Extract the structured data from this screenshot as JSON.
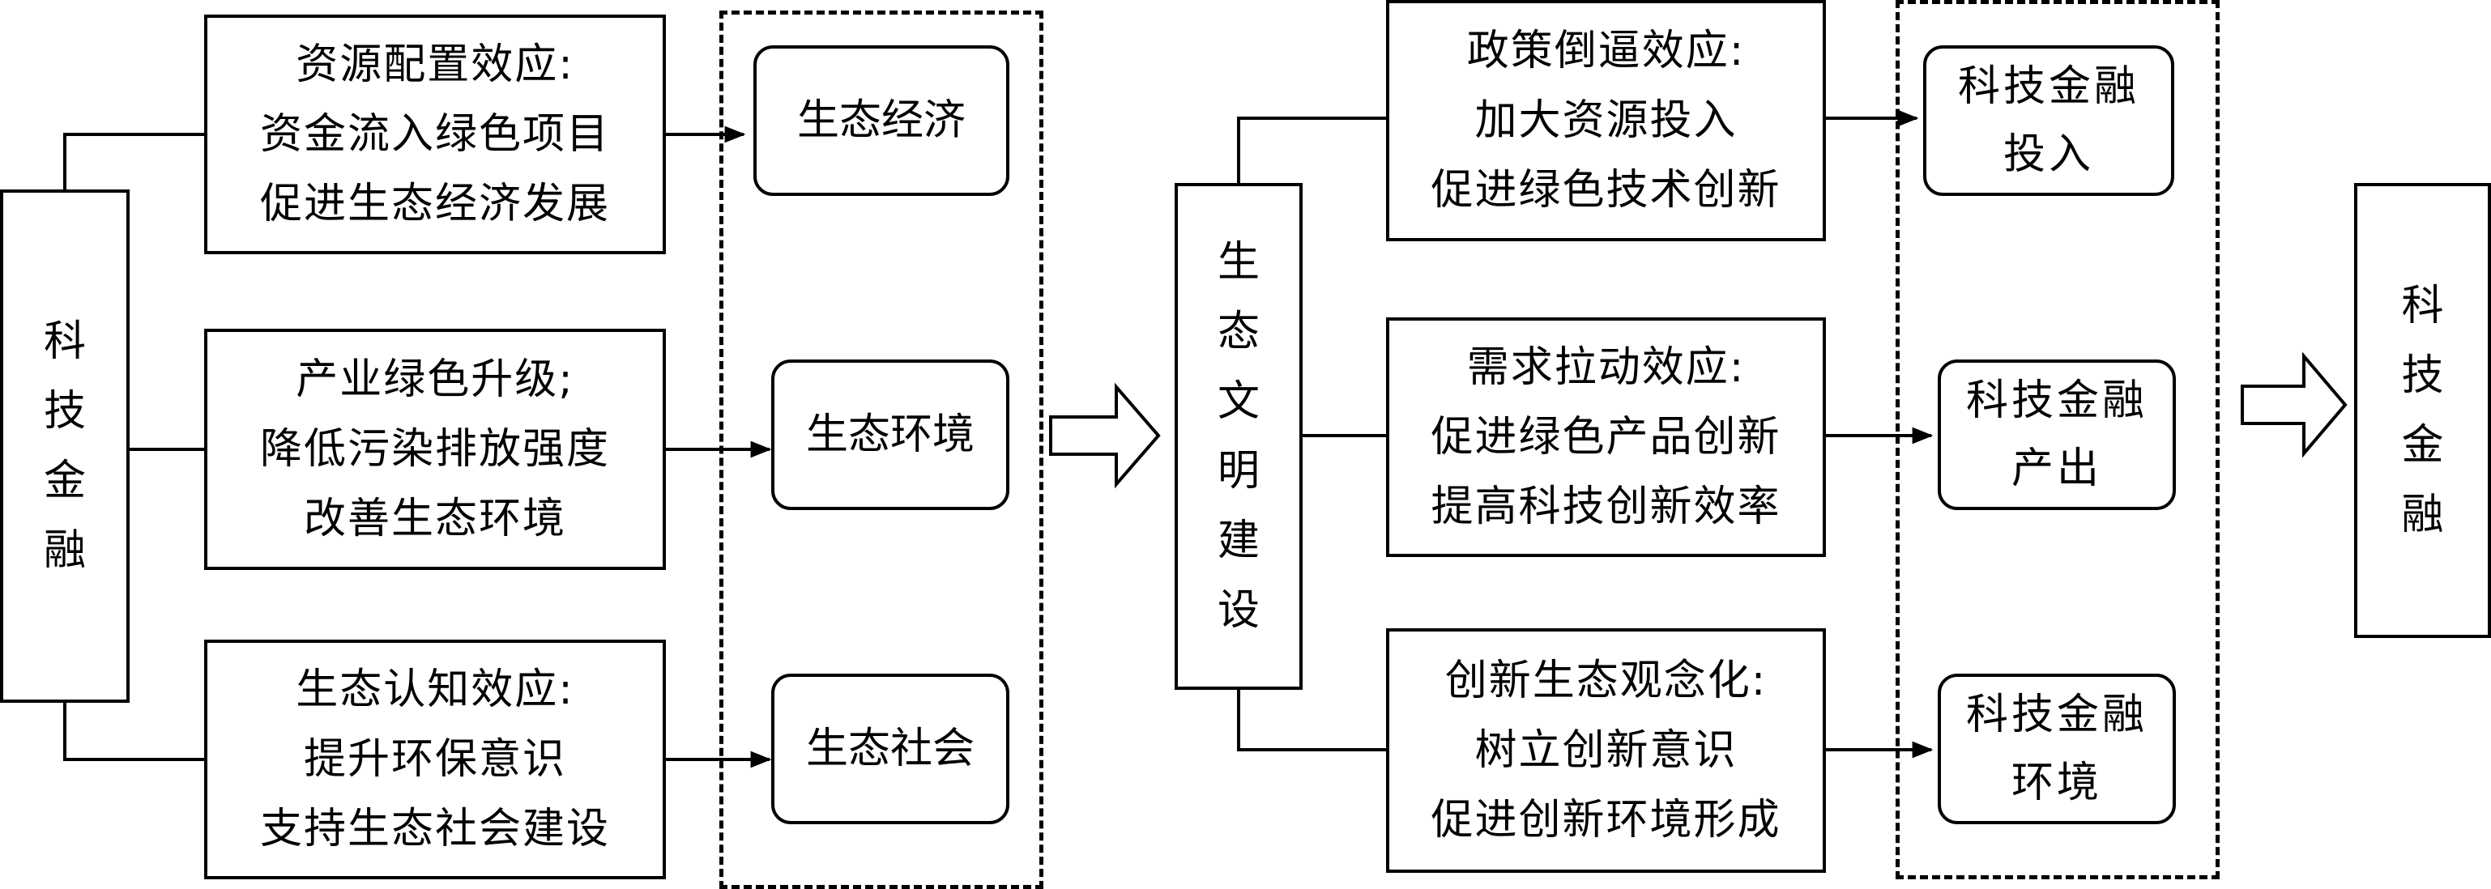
{
  "left_source": {
    "chars": [
      "科",
      "技",
      "金",
      "融"
    ]
  },
  "mechanisms_left": [
    {
      "id": "resource",
      "lines": [
        "资源配置效应:",
        "资金流入绿色项目",
        "促进生态经济发展"
      ]
    },
    {
      "id": "industry",
      "lines": [
        "产业绿色升级;",
        "降低污染排放强度",
        "改善生态环境"
      ]
    },
    {
      "id": "cognition",
      "lines": [
        "生态认知效应:",
        "提升环保意识",
        "支持生态社会建设"
      ]
    }
  ],
  "eco_outcomes": [
    {
      "id": "economy",
      "label": "生态经济"
    },
    {
      "id": "environment",
      "label": "生态环境"
    },
    {
      "id": "society",
      "label": "生态社会"
    }
  ],
  "center": {
    "chars": [
      "生",
      "态",
      "文",
      "明",
      "建",
      "设"
    ]
  },
  "mechanisms_right": [
    {
      "id": "policy",
      "lines": [
        "政策倒逼效应:",
        "加大资源投入",
        "促进绿色技术创新"
      ]
    },
    {
      "id": "demand",
      "lines": [
        "需求拉动效应:",
        "促进绿色产品创新",
        "提高科技创新效率"
      ]
    },
    {
      "id": "concept",
      "lines": [
        "创新生态观念化:",
        "树立创新意识",
        "促进创新环境形成"
      ]
    }
  ],
  "tech_outcomes": [
    {
      "id": "input",
      "lines": [
        "科技金融",
        "投入"
      ]
    },
    {
      "id": "output",
      "lines": [
        "科技金融",
        "产出"
      ]
    },
    {
      "id": "environment",
      "lines": [
        "科技金融",
        "环境"
      ]
    }
  ],
  "right_target": {
    "chars": [
      "科",
      "技",
      "金",
      "融"
    ]
  }
}
